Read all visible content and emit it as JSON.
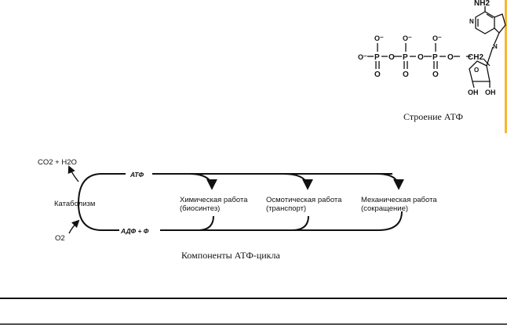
{
  "atp_structure": {
    "caption": "Строение АТФ",
    "labels": {
      "nh2": "NH2",
      "o_minus": "O⁻",
      "o": "O",
      "p": "P",
      "ch2": "CH2",
      "n": "N",
      "oh": "OH"
    }
  },
  "atp_cycle": {
    "caption": "Компоненты АТФ-цикла",
    "top_line": "АТФ",
    "bottom_line": "АДФ + Ф",
    "catabolism": "Катаболизм",
    "products": "CO2 + H2O",
    "reactant": "O2",
    "works": [
      {
        "line1": "Химическая работа",
        "line2": "(биосинтез)"
      },
      {
        "line1": "Осмотическая работа",
        "line2": "(транспорт)"
      },
      {
        "line1": "Механическая работа",
        "line2": "(сокращение)"
      }
    ]
  },
  "colors": {
    "ink": "#111111",
    "edge": "#f7b733"
  }
}
